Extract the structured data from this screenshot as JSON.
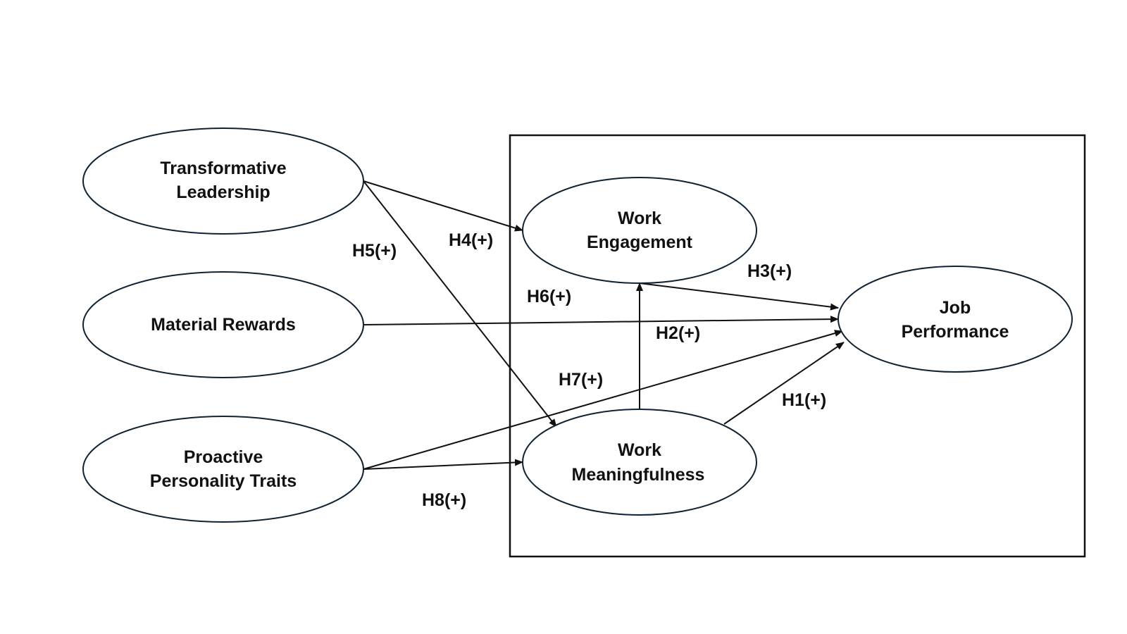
{
  "diagram": {
    "nodes": {
      "transformative_leadership": {
        "line1": "Transformative",
        "line2": "Leadership"
      },
      "material_rewards": {
        "line1": "Material Rewards"
      },
      "proactive_personality": {
        "line1": "Proactive",
        "line2": "Personality Traits"
      },
      "work_engagement": {
        "line1": "Work",
        "line2": "Engagement"
      },
      "work_meaningfulness": {
        "line1": "Work",
        "line2": "Meaningfulness"
      },
      "job_performance": {
        "line1": "Job",
        "line2": "Performance"
      }
    },
    "edges": {
      "h1": "H1(+)",
      "h2": "H2(+)",
      "h3": "H3(+)",
      "h4": "H4(+)",
      "h5": "H5(+)",
      "h6": "H6(+)",
      "h7": "H7(+)",
      "h8": "H8(+)"
    },
    "colors": {
      "node_outline": "#0f2233",
      "line": "#111111",
      "background": "#ffffff"
    }
  }
}
